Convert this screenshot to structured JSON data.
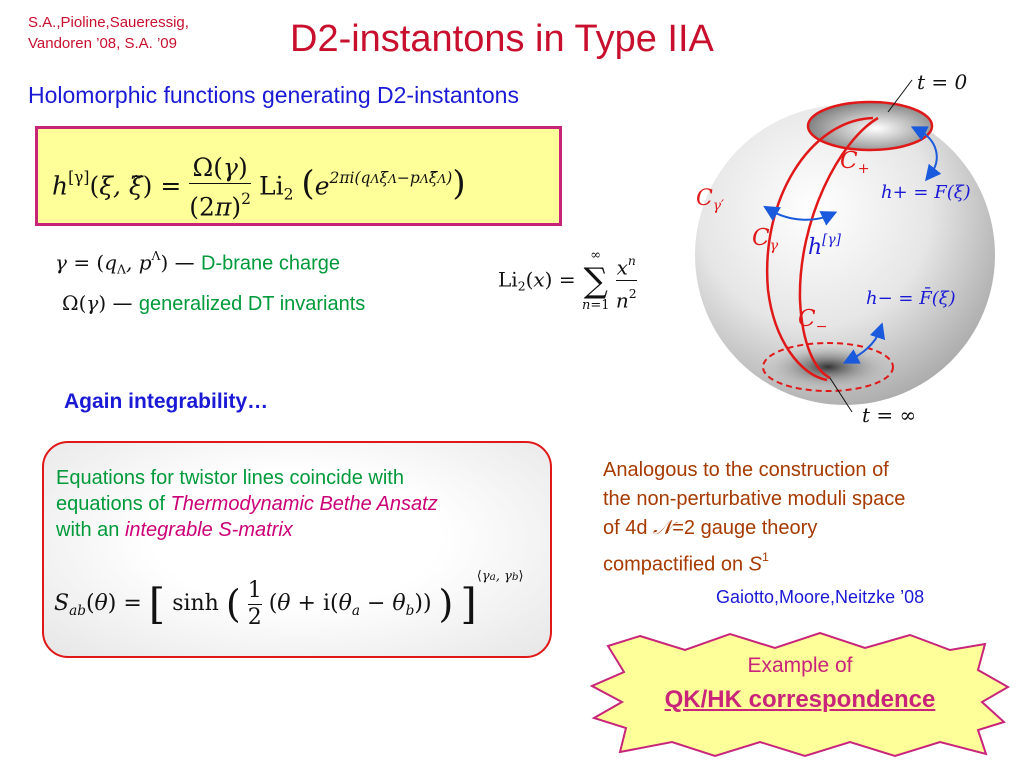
{
  "header": {
    "refs_line1": "S.A.,Pioline,Saueressig,",
    "refs_line2": "Vandoren ’08,   S.A. ’09",
    "title": "D2-instantons in Type IIA",
    "subtitle": "Holomorphic functions generating D2-instantons"
  },
  "definitions": {
    "gamma_desc": "D-brane charge",
    "omega_desc": "generalized DT invariants"
  },
  "integrability": "Again integrability…",
  "tba_box": {
    "line1": "Equations for twistor lines coincide with",
    "line2_prefix": "equations of ",
    "line2_highlight": "Thermodynamic Bethe Ansatz",
    "line3_prefix": "with an ",
    "line3_highlight": "integrable S-matrix"
  },
  "analogy": {
    "line1": "Analogous to the construction of",
    "line2": "the non-perturbative moduli space",
    "line3_prefix": "of 4d ",
    "line3_script": "𝒩",
    "line3_suffix": "=2 gauge theory",
    "line4_prefix": "compactified on ",
    "line4_S": "S",
    "line4_sup": "1",
    "reference": "Gaiotto,Moore,Neitzke ’08"
  },
  "callout": {
    "line1": "Example of",
    "line2": "QK/HK correspondence"
  },
  "sphere_labels": {
    "t_zero": "t = 0",
    "t_inf": "t = ∞",
    "c_plus": "C",
    "c_plus_sub": "+",
    "c_minus": "C",
    "c_minus_sub": "−",
    "c_gamma": "C",
    "c_gamma_sub": "γ",
    "c_gamma_prime": "C",
    "c_gamma_prime_sub": "γ′",
    "h_gamma": "h",
    "h_gamma_sup": "[γ]",
    "h_plus": "h+ = F(ξ)",
    "h_minus": "h− = F̄(ξ)"
  },
  "colors": {
    "title_red": "#c8102e",
    "heading_blue": "#1a1ad6",
    "green_text": "#009a3a",
    "magenta": "#c8247a",
    "brown_text": "#a63a00",
    "box_yellow": "#ffff99",
    "curve_red": "#e01818",
    "arrow_blue": "#1a5adc"
  }
}
